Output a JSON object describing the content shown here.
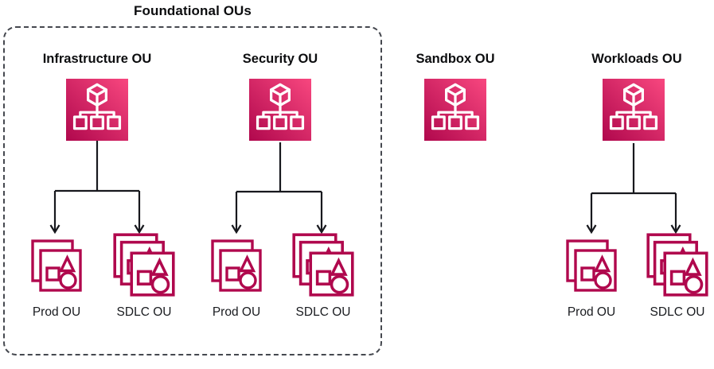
{
  "diagram": {
    "title": "Foundational OUs",
    "groups": [
      {
        "label": "Infrastructure OU",
        "inside_foundational_box": true,
        "children": [
          {
            "label": "Prod OU"
          },
          {
            "label": "SDLC OU"
          }
        ]
      },
      {
        "label": "Security OU",
        "inside_foundational_box": true,
        "children": [
          {
            "label": "Prod OU"
          },
          {
            "label": "SDLC OU"
          }
        ]
      },
      {
        "label": "Sandbox OU",
        "inside_foundational_box": false,
        "children": []
      },
      {
        "label": "Workloads OU",
        "inside_foundational_box": false,
        "children": [
          {
            "label": "Prod OU"
          },
          {
            "label": "SDLC OU"
          }
        ]
      }
    ],
    "icons": {
      "parent": "organizational-unit-icon",
      "prod_child": "stacked-accounts-icon",
      "sdlc_child": "multi-stacked-accounts-icon"
    },
    "colors": {
      "ou_gradient_start": "#b0084d",
      "ou_gradient_end": "#f8477f",
      "outline_pink": "#b0084d",
      "connector_line": "#17181d",
      "dashed_border": "#45484f",
      "text": "#0c0d0f",
      "background": "#ffffff"
    }
  }
}
